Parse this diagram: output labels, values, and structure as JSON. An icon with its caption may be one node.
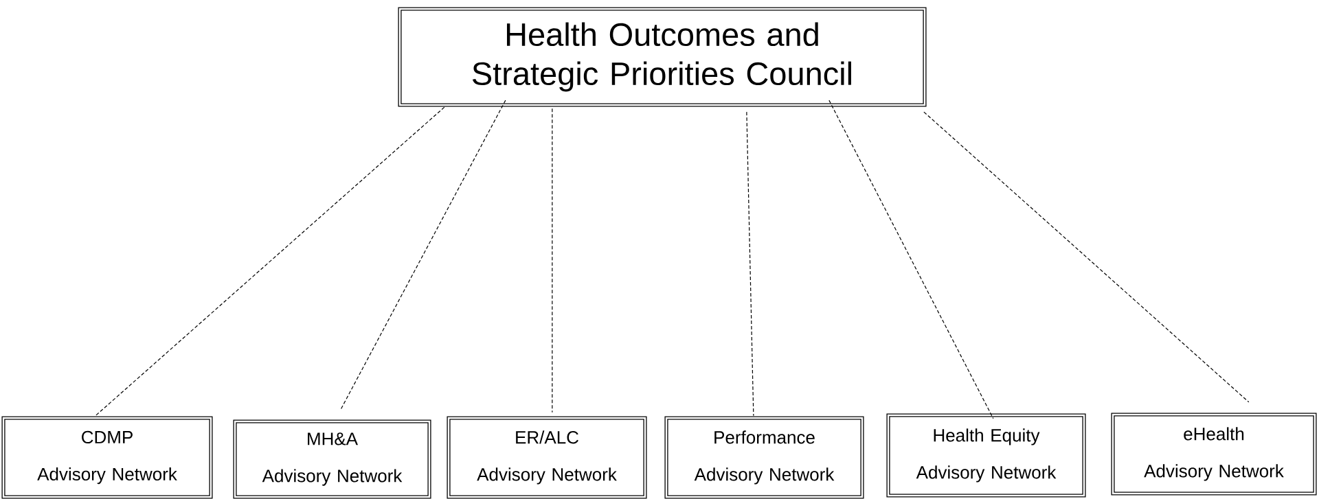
{
  "diagram": {
    "nodes": [
      {
        "text": [
          "Health Outcomes and Strategic Priorities Council"
        ]
      },
      {
        "text": [
          "CDMP",
          "Advisory Network"
        ]
      },
      {
        "text": [
          "MH&A",
          "Advisory Network"
        ]
      },
      {
        "text": [
          "ER/ALC",
          "Advisory Network"
        ]
      },
      {
        "text": [
          "Performance",
          "Advisory Network"
        ]
      },
      {
        "text": [
          "Health Equity",
          "Advisory Network"
        ]
      },
      {
        "text": [
          "eHealth",
          "Advisory Network"
        ]
      }
    ],
    "edges": [
      {
        "from": 0,
        "to": 1,
        "arrow": "none",
        "style": "dashed"
      },
      {
        "from": 0,
        "to": 2,
        "arrow": "none",
        "style": "dashed"
      },
      {
        "from": 0,
        "to": 3,
        "arrow": "none",
        "style": "dashed"
      },
      {
        "from": 0,
        "to": 4,
        "arrow": "none",
        "style": "dashed"
      },
      {
        "from": 0,
        "to": 5,
        "arrow": "none",
        "style": "dashed"
      },
      {
        "from": 0,
        "to": 6,
        "arrow": "none",
        "style": "dashed"
      }
    ]
  }
}
